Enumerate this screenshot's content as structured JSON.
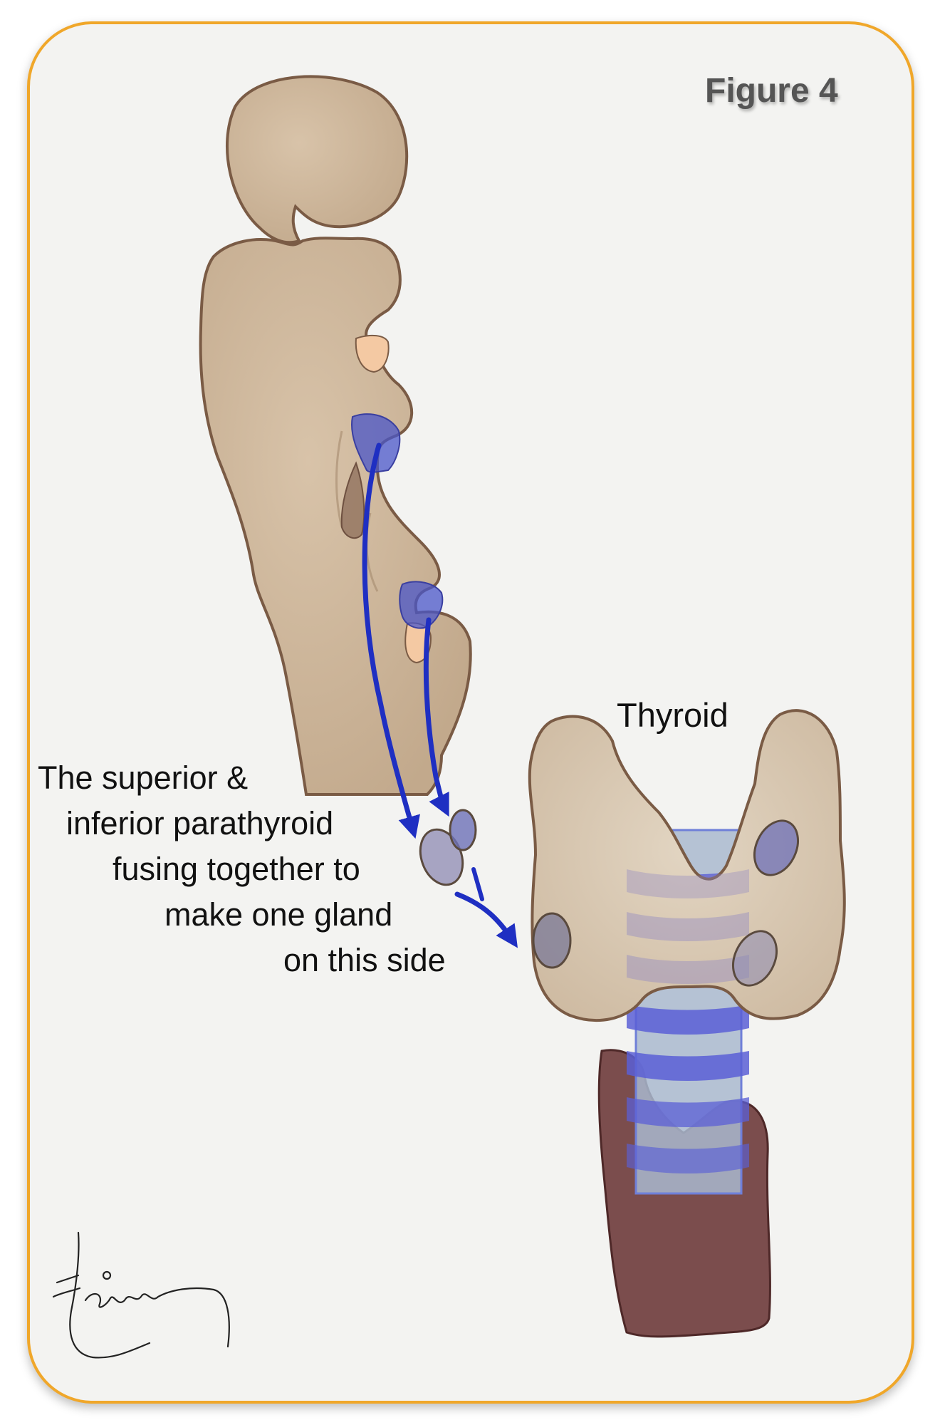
{
  "figure": {
    "label": "Figure 4",
    "thyroid_label": "Thyroid",
    "caption_lines": [
      "The superior &",
      "inferior parathyroid",
      "fusing together to",
      "make one gland",
      "on this side"
    ]
  },
  "colors": {
    "border": "#f0a72a",
    "background": "#f3f3f1",
    "tissue": "#cdb59a",
    "thyroid": "#dccdb8",
    "outline": "#7a5b45",
    "gland_blue": "#4a55c8",
    "arrow_blue": "#1f2fc2",
    "trachea_ring": "#5b5fd6",
    "trachea_light": "#a9b8cf",
    "thymus": "#6e3b3b"
  }
}
